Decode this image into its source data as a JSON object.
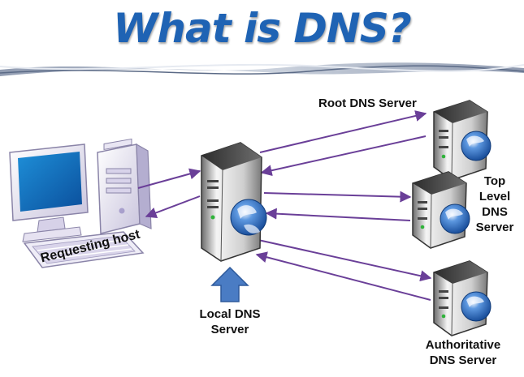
{
  "title": "What is DNS?",
  "labels": {
    "requesting_host": "Requesting host",
    "local_dns_line1": "Local DNS",
    "local_dns_line2": "Server",
    "root_dns": "Root DNS Server",
    "tld_line1": "Top",
    "tld_line2": "Level",
    "tld_line3": "DNS",
    "tld_line4": "Server",
    "auth_line1": "Authoritative",
    "auth_line2": "DNS Server"
  },
  "colors": {
    "title": "#1f63b4",
    "arrow": "#6a3f98",
    "up_arrow": "#4a7cc4"
  }
}
